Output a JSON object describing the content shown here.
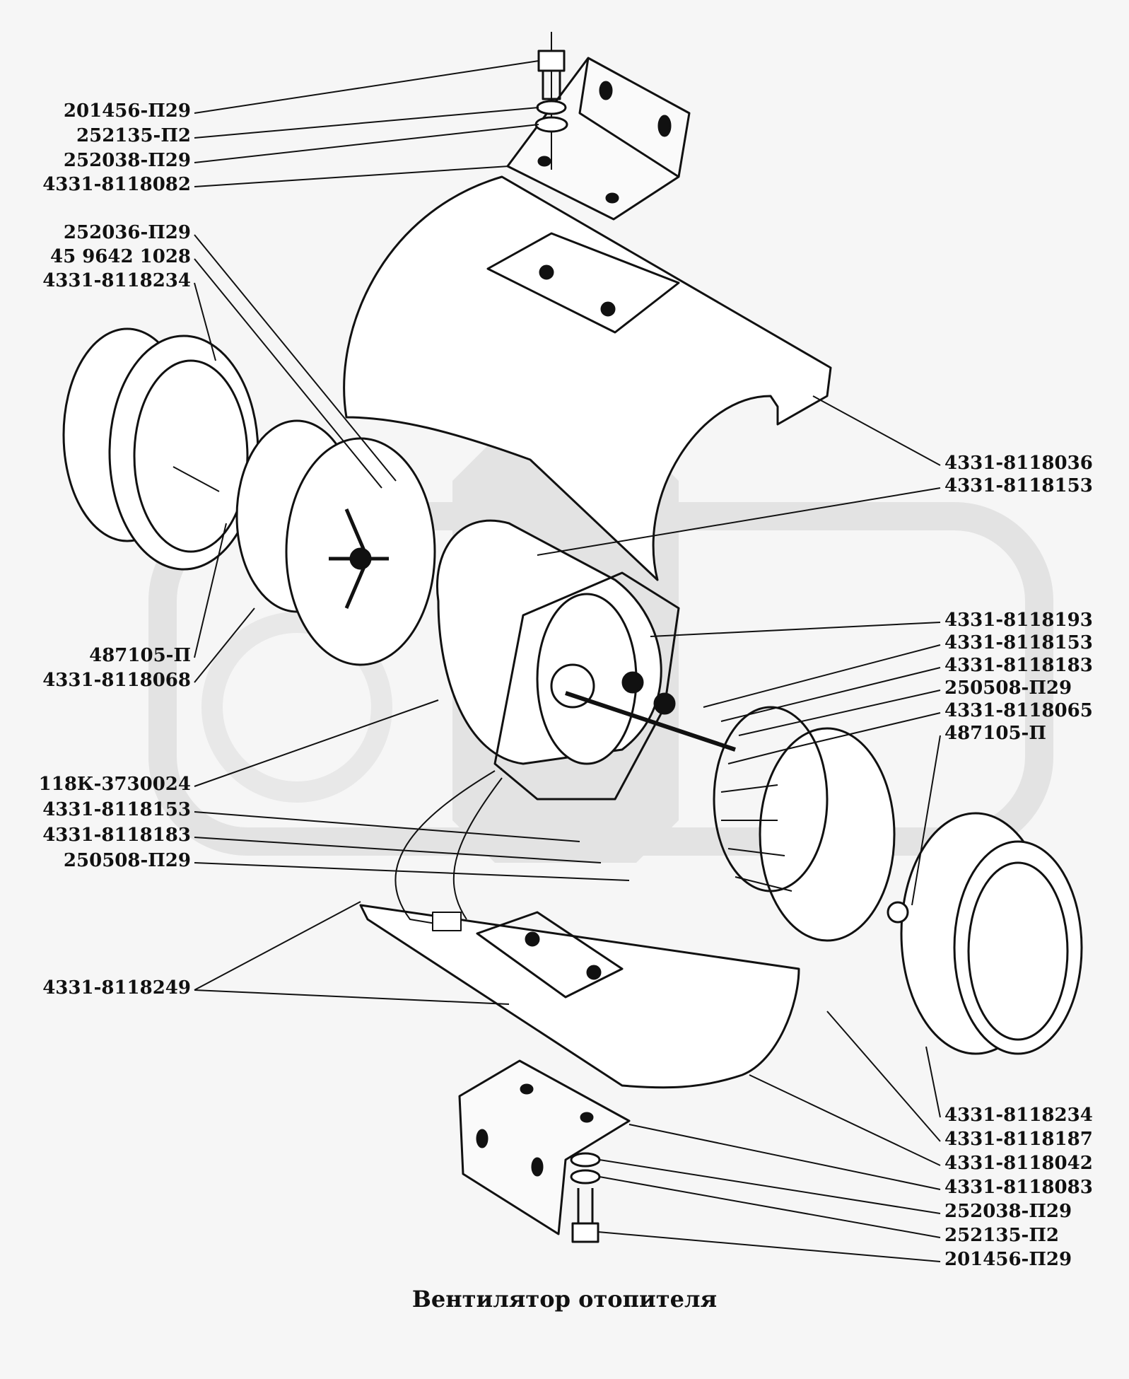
{
  "caption": "Вентилятор отопителя",
  "labels_left": [
    "201456-П29",
    "252135-П2",
    "252038-П29",
    "4331-8118082",
    "252036-П29",
    "45 9642 1028",
    "4331-8118234",
    "487105-П",
    "4331-8118068",
    "118К-3730024",
    "4331-8118153",
    "4331-8118183",
    "250508-П29",
    "4331-8118249"
  ],
  "labels_right": [
    "4331-8118036",
    "4331-8118153",
    "4331-8118193",
    "4331-8118153",
    "4331-8118183",
    "250508-П29",
    "4331-8118065",
    "487105-П",
    "4331-8118234",
    "4331-8118187",
    "4331-8118042",
    "4331-8118083",
    "252038-П29",
    "252135-П2",
    "201456-П29"
  ],
  "watermark": "",
  "colors": {
    "ink": "#111111",
    "paper": "#f6f6f6",
    "watermark": "#e2e2e2"
  }
}
